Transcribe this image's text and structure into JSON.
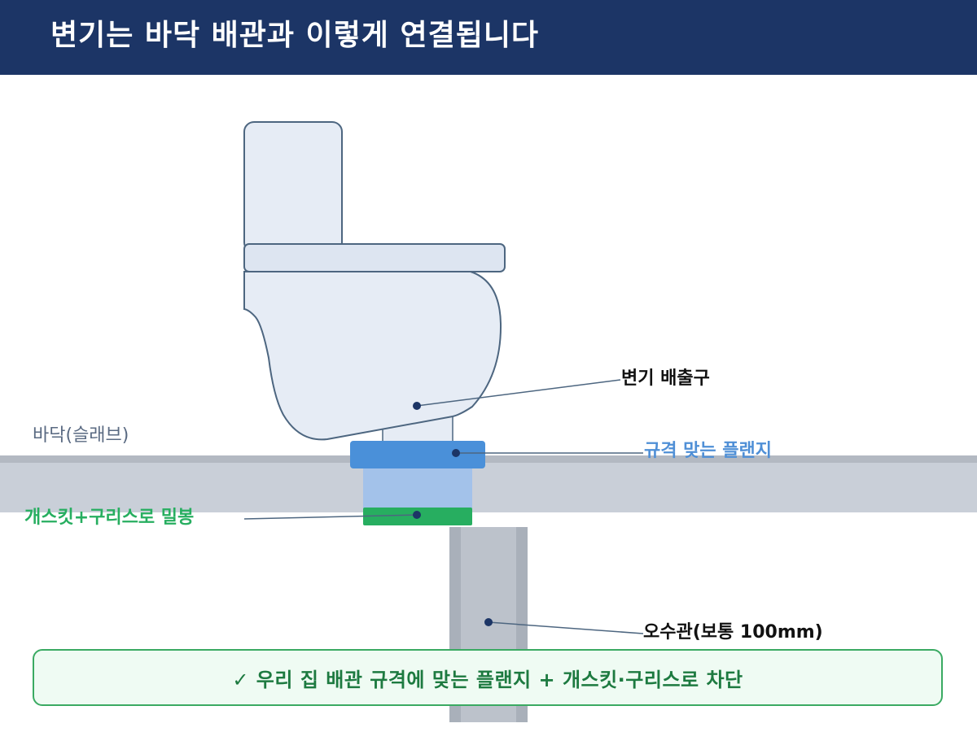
{
  "header": {
    "title": "변기는 바닥 배관과 이렇게 연결됩니다"
  },
  "labels": {
    "floor": "바닥(슬래브)",
    "outlet": "변기 배출구",
    "flange": "규격 맞는 플랜지",
    "gasket": "개스킷+구리스로 밀봉",
    "pipe": "오수관(보통 100mm)"
  },
  "callout": {
    "text": "✓ 우리 집 배관 규격에 맞는 플랜지 + 개스킷·구리스로 차단"
  },
  "colors": {
    "header_bg": "#1c3566",
    "flange": "#4a90d9",
    "gasket": "#27ae60",
    "callout_border": "#3aaa62",
    "callout_text": "#1d7a40"
  }
}
